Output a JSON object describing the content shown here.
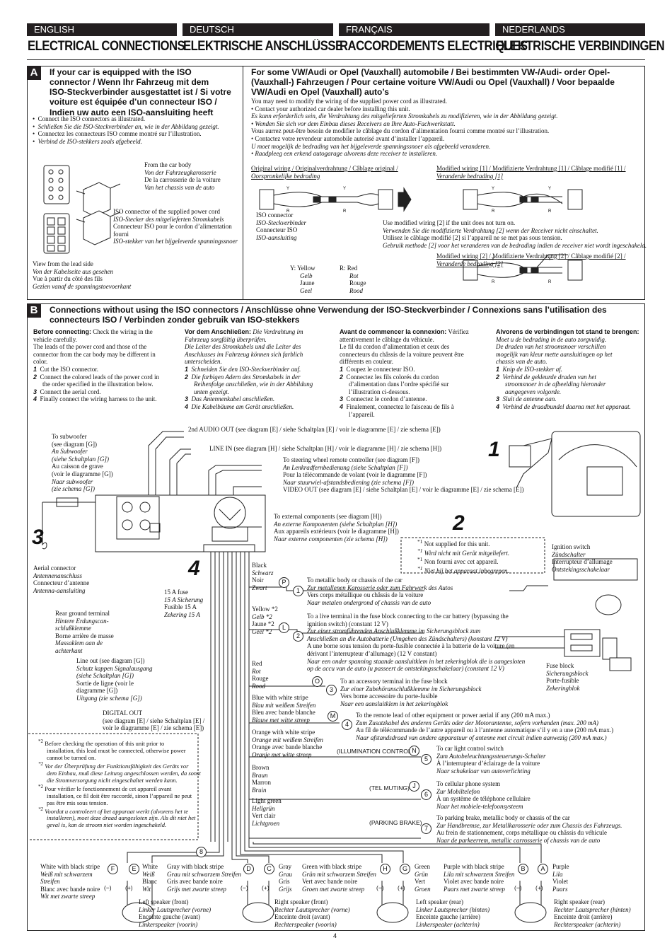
{
  "lang_tabs": [
    "ENGLISH",
    "DEUTSCH",
    "FRANÇAIS",
    "NEDERLANDS"
  ],
  "titles": [
    "ELECTRICAL CONNECTIONS",
    "ELEKTRISCHE ANSCHLÜSSE",
    "RACCORDEMENTS ELECTRIQUES",
    "ELEKTRISCHE VERBINDINGEN"
  ],
  "section_a": {
    "letter": "A",
    "heading": [
      "If your car is equipped with the ISO",
      "connector / Wenn Ihr Fahrzeug mit dem",
      "ISO-Steckverbinder ausgestattet ist / Si votre",
      "voiture est équipée d’un connecteur ISO /",
      "Indien uw auto een ISO-aansluiting heeft"
    ],
    "bullets": [
      "Connect the ISO connectors as illustrated.",
      "Schließen Sie die ISO-Steckverbinder an, wie in der Abbildung gezeigt.",
      "Connectez les connecteurs ISO comme montré sur l’illustration.",
      "Verbind de ISO-stekkers zoals afgebeeld."
    ],
    "car_body": [
      "From the car body",
      "Von der Fahrzeugkarosserie",
      "De la carrosserie de la voiture",
      "Van het chassis van de auto"
    ],
    "iso_supplied": [
      "ISO connector of the supplied power cord",
      "ISO-Stecker des mitgelieferten Stromkabels",
      "Connecteur ISO pour le cordon d’alimentation",
      "fourni",
      "ISO-stekker van het bijgeleverde spanningssnoer"
    ],
    "view_lead": [
      "View from the lead side",
      "Von der Kabelseite aus gesehen",
      "Vue à partir du côté des fils",
      "Gezien vanaf de spanningstoevoerkant"
    ],
    "right_heading": [
      "For some VW/Audi or Opel (Vauxhall) automobile / Bei bestimmten VW-/Audi- order Opel-",
      "(Vauxhall-) Fahrzeugen / Pour certaine voiture VW/Audi ou Opel (Vauxhall) / Voor bepaalde",
      "VW/Audi en Opel (Vauxhall) auto’s"
    ],
    "right_text": [
      "You may need to modify the wiring of the supplied power cord as illustrated.",
      "•  Contact your authorized car dealer before installing this unit.",
      "Es kann erforderlich sein, die Verdrahtung des mitgelieferten Stromkabels zu modifizieren, wie in der Abbildung gezeigt.",
      "•  Wenden Sie sich vor dem Einbau dieses Receivers an Ihre Auto-Fachwerkstatt.",
      "Vous aurrez peut-être besoin de modifier le câblage du cordon d’alimentation fourni comme montré sur l’illustration.",
      "•  Contactez votre revendeur automobile autorisé avant d’installer l’appareil.",
      "U moet mogelijk de bedrading van het bijgeleverde spanningssnoer als afgebeeld veranderen.",
      "•  Raadpleeg een erkend autogarage alvorens deze receiver te installeren."
    ],
    "original_wiring": [
      "Original wiring / Originalverdrahtung / Câblage original /",
      "Oorspronkelijke bedrading"
    ],
    "modified1": [
      "Modified wiring [1] / Modifizierte Verdrahtung [1] / Câblage modifié [1] /",
      "Veranderde bedrading [1]"
    ],
    "modified2": [
      "Modified wiring [2] / Modifizierte Verdrahtung [2] / Câblage modifié [2] /",
      "Veranderde bedrading [2]"
    ],
    "iso_connector": [
      "ISO connector",
      "ISO-Steckverbinder",
      "Connecteur ISO",
      "ISO-aansluiting"
    ],
    "use_modified": [
      "Use modified wiring [2] if the unit does not turn on.",
      "Verwenden Sie die modifizierte Verdrahtung [2] wenn der Receiver nicht einschaltet.",
      "Utilisez le câblage modifié [2] si l’appareil ne se met pas sous tension.",
      "Gebruik methode [2] voor het veranderen van de bedrading indien de receiver niet wordt ingeschakeld."
    ],
    "legend_y": [
      "Y: Yellow",
      "Gelb",
      "Jaune",
      "Geel"
    ],
    "legend_r": [
      "R: Red",
      "Rot",
      "Rouge",
      "Rood"
    ],
    "letter_y": "Y",
    "letter_r": "R"
  },
  "section_b": {
    "letter": "B",
    "heading": [
      "Connections without using the ISO connectors / Anschlüsse ohne Verwendung der ISO-Steckverbinder / Connexions sans l’utilisation des",
      "connecteurs ISO / Verbinden zonder gebruik van ISO-stekkers"
    ],
    "col_en": {
      "head": "Before connecting:",
      "lines": [
        "Check the wiring in the",
        "vehicle carefully.",
        "The leads of the power cord and those of the",
        "connector from the car body may be different in",
        "color."
      ],
      "steps": [
        "Cut the ISO connector.",
        "Connect the colored leads of the power cord in",
        "the order specified in the illustration below.",
        "Connect the aerial cord.",
        "Finally connect the wiring harness to the unit."
      ]
    },
    "col_de": {
      "head": "Vor dem Anschließen:",
      "lines": [
        "Die Verdrahtung im",
        "Fahrzeug sorgfältig überprüfen.",
        "Die Leiter des Stromkabels und die Leiter des",
        "Anschlusses im Fahrzeug können sich farblich",
        "unterscheiden."
      ],
      "steps": [
        "Schneiden Sie den ISO-Steckverbinder auf.",
        "Die farbigen Adern des Stromkabels in der",
        "Reihenfolge anschließen, wie in der Abbildung",
        "unten gezeigt.",
        "Das Antennenkabel anschließen.",
        "Die Kabelbäume am Gerät anschließen."
      ]
    },
    "col_fr": {
      "head": "Avant de commencer la connexion:",
      "lines": [
        "Vérifiez",
        "attentivement le câblage du véhicule.",
        "Le fil du cordon d’alimentation et ceux des",
        "connecteurs du châssis de la voiture peuvent être",
        "différents en couleur."
      ],
      "steps": [
        "Coupez le connecteur ISO.",
        "Connectez les fils colorés du cordon",
        "d’alimentation dans l’ordre spécifié sur",
        "l’illustration ci-dessous.",
        "Connectez le cordon d’antenne.",
        "Finalement, connectez le faisceau de fils à",
        "l’appareil."
      ]
    },
    "col_nl": {
      "head": "Alvorens de verbindingen tot stand te brengen:",
      "lines": [
        "Moet u de bedrading in de auto zorgvuldig.",
        "De draden van het stroomsnoer verschillen",
        "mogelijk van kleur mette aansluitingen op het",
        "chassis van de auto."
      ],
      "steps": [
        "Knip de ISO-stekker af.",
        "Verbind de gekleurde draden van het",
        "stroomsnoer in de afbeelding hieronder",
        "aangegeven volgorde.",
        "Sluit de antenne aan.",
        "Verbind de draadbundel daarna met het apparaat."
      ]
    },
    "step_nums": [
      "1",
      "2",
      "3",
      "4"
    ],
    "callouts": {
      "second_audio": "2nd AUDIO OUT (see diagram [E] / siehe Schaltplan [E] / voir le diagramme [E] / zie schema [E])",
      "line_in": "LINE IN (see diagram [H] / siehe Schaltplan [H] / voir le diagramme [H] / zie schema [H])",
      "steering": [
        "To steering wheel remote controller (see diagram [F])",
        "An Lenkradfernbedienung (siehe Schaltplan [F])",
        "Pour la télécommande de volant (voir le diagramme [F])",
        "Naar stuurwiel-afstandsbediening (zie schema [F])"
      ],
      "video_out": "VIDEO OUT (see diagram [E] / siehe Schaltplan [E] / voir le diagramme [E] / zie schema [E])",
      "external": [
        "To external components (see diagram [H])",
        "An externe Komponenten (siehe Schaltplan [H])",
        "Aux appareils extérieurs (voir le diagramme [H])",
        "Naar externe componenten (zie schema [H])"
      ],
      "subwoofer": [
        "To subwoofer",
        "(see diagram [G])",
        "An Subwoofer",
        "(siehe Schaltplan [G])",
        "Au caisson de grave",
        "(voir le diagramme [G])",
        "Naar subwoofer",
        "(zie schema [G])"
      ],
      "aerial": [
        "Aerial connector",
        "Antennenanschluss",
        "Connecteur d’antenne",
        "Antenna-aansluiting"
      ],
      "fuse": [
        "15 A fuse",
        "15 A Sicherung",
        "Fusible 15 A",
        "Zekering 15 A"
      ],
      "rear_ground": [
        "Rear ground terminal",
        "Hintere Erdungscan-",
        "schlußklemme",
        "Borne arrière de masse",
        "Massaklem aan de",
        "achterkant"
      ],
      "line_out": [
        "Line out (see diagram [G])",
        "Schutz kappen Signalausgang",
        "(siehe Schaltplan [G])",
        "Sortie de ligne (voir le",
        "diagramme [G])",
        "Uitgang (zie schema [G])"
      ],
      "digital_out": [
        "DIGITAL OUT",
        "(see diagram [E] / siehe Schaltplan [E] /",
        "voir le diagramme [E] / zie schema [E])"
      ],
      "not_supplied": [
        "Not supplied for this unit.",
        "Wird nicht mit Gerät mitgeliefert.",
        "Non fourni avec cet appareil.",
        "Niet bij het apparaat inbegrepen."
      ],
      "ignition": [
        "Ignition switch",
        "Zündschalter",
        "Interrupteur d’allumage",
        "Ontstekingsschakelaar"
      ],
      "fuse_block": [
        "Fuse block",
        "Sicherungsblock",
        "Porte-fusible",
        "Zekeringblok"
      ],
      "star1": "*1",
      "star2": "*2"
    },
    "wires": [
      {
        "color": [
          "Black",
          "Schwarz",
          "Noir",
          "Zwart"
        ],
        "letter": "P",
        "num": "1",
        "desc": [
          "To metallic body or chassis of the car",
          "Zur metallenen Karosserie oder zum Fahrwerk des Autos",
          "Vers corps métallique ou châssis de la voiture",
          "Naar metalen ondergrond of chassis van de auto"
        ]
      },
      {
        "color": [
          "Yellow *2",
          "Gelb *2",
          "Jaune *2",
          "Geel *2"
        ],
        "letter": "L",
        "num": "2",
        "desc": [
          "To a live terminal in the fuse block connecting to the car battery (bypassing the",
          "ignition switch) (constant 12 V)",
          "Zur einer stromführenden Anschlußklemme im Sicherungsblock zum",
          "Anschließen an die Autobatterie (Umgehen des Zündschalters) (konstant 12 V)",
          "A une borne sous tension du porte-fusible connectée à la batterie de la voiture (en",
          "dérivant l’interrupteur d’allumage) (12 V constant)",
          "Naar een onder spanning staande aansluitklem in het zekeringblok die is aangesloten",
          "op de accu van de auto (u passeert de ontstekingsschakelaar) (constant 12 V)"
        ]
      },
      {
        "color": [
          "Red",
          "Rot",
          "Rouge",
          "Rood"
        ],
        "letter": "O",
        "num": "3",
        "desc": [
          "To an accessory terminal in the fuse block",
          "Zur einer Zubehöranschlußklemme im Sicherungsblock",
          "Vers borne accessoire du porte-fusible",
          "Naar een aansluitklem in het zekeringblok"
        ]
      },
      {
        "color": [
          "Blue with white stripe",
          "Blau mit weißem Streifen",
          "Bleu avec bande blanche",
          "Blauw met witte streep"
        ],
        "letter": "M",
        "num": "4",
        "desc": [
          "To the remote lead of other equipment or power aerial if any (200 mA max.)",
          "Zum Zusatzkabel des anderen Geräts oder der Motorantenne, sofern vorhanden (max. 200 mA)",
          "Au fil de télécommande de l’autre appareil ou à l’antenne automatique s’il y en a une (200 mA max.)",
          "Naar afstandsdraad van andere apparatuur of antenne met circuit indien aanwezig (200 mA max.)"
        ]
      },
      {
        "color": [
          "Orange with white stripe",
          "Orange mit weißem Streifen",
          "Orange avec bande blanche",
          "Oranje met witte streep"
        ],
        "letter": "N",
        "num": "5",
        "tag": "(ILLUMINATION CONTROL)",
        "desc": [
          "To car light control switch",
          "Zum Autobeleuchtungssteuerungs-Schalter",
          "À l’interrupteur d’éclairage de la voiture",
          "Naar schakelaar van autoverlichting"
        ]
      },
      {
        "color": [
          "Brown",
          "Braun",
          "Marron",
          "Bruin"
        ],
        "letter": "J",
        "num": "6",
        "tag": "(TEL MUTING)",
        "desc": [
          "To cellular phone system",
          "Zur Mobiltelefon",
          "À un système de téléphone cellulaire",
          "Naar het mobiele-telefoonsysteem"
        ]
      },
      {
        "color": [
          "Light green",
          "Hellgrün",
          "Vert clair",
          "Lichtgroen"
        ],
        "letter": "",
        "num": "7",
        "tag": "(PARKING BRAKE)",
        "desc": [
          "To parking brake, metallic body or chassis of the car",
          "Zur Handbremse, zur Metallkarosserie oder zum Chassis des Fahrzeugs.",
          "Au frein de stationnement, corps métallique ou châssis du véhicule",
          "Naar de parkeerrem, metallic carrosserie of chassis van de auto"
        ]
      }
    ],
    "note2": [
      "Before checking the operation of this unit prior to",
      "installation, this lead must be connected, otherwise power",
      "cannot be turned on.",
      "Vor der Überprüfung der Funktionsfähigkeit des Geräts vor",
      "dem Einbau, muß diese Leitung angeschlossen werden, da sonst",
      "die Stromversorgung nicht eingeschaltet werden kann.",
      "Pour vérifier le fonctionnement de cet appareil avant",
      "installation, ce fil doit être raccordé, sinon l’appareil ne peut",
      "pas être mis sous tension.",
      "Voordat u controleert of het apparaat werkt (alvorens het te",
      "installeren), moet deze draad aangesloten zijn. Als dit niet het",
      "geval is, kan de stroom niet worden ingeschakeld."
    ],
    "speaker_wires": [
      {
        "color": [
          "White with black stripe",
          "Weiß mit schwarzem",
          "Streifen",
          "Blanc avec bande noire",
          "Wit met zwarte streep"
        ],
        "letter": "F"
      },
      {
        "color": [
          "White",
          "Weiß",
          "Blanc",
          "Wit"
        ],
        "letter": "E"
      },
      {
        "color": [
          "Gray with black stripe",
          "Grau mit schwarzem Streifen",
          "Gris avec bande noire",
          "Grijs met zwarte streep"
        ],
        "letter": "D"
      },
      {
        "color": [
          "Gray",
          "Grau",
          "Gris",
          "Grijs"
        ],
        "letter": "C"
      },
      {
        "color": [
          "Green with black stripe",
          "Grün mit schwarzem Streifen",
          "Vert avec bande noire",
          "Groen met zwarte streep"
        ],
        "letter": "H"
      },
      {
        "color": [
          "Green",
          "Grün",
          "Vert",
          "Groen"
        ],
        "letter": "G"
      },
      {
        "color": [
          "Purple with black stripe",
          "Lila mit schwarzem Streifen",
          "Violet avec bande noire",
          "Paars met zwarte streep"
        ],
        "letter": "B"
      },
      {
        "color": [
          "Purple",
          "Lila",
          "Violet",
          "Paars"
        ],
        "letter": "A"
      }
    ],
    "speakers": [
      [
        "Left speaker (front)",
        "Linker Lautsprecher (vorne)",
        "Enceinte gauche (avant)",
        "Linkerspeaker (voorin)"
      ],
      [
        "Right speaker (front)",
        "Rechter Lautsprecher (vorne)",
        "Enceinte droit (avant)",
        "Rechterspeaker (voorin)"
      ],
      [
        "Left speaker (rear)",
        "Linker Lautsprecher (hinten)",
        "Enceinte gauche (arrière)",
        "Linkerspeaker (achterin)"
      ],
      [
        "Right speaker (rear)",
        "Rechter Lautsprecher (hinten)",
        "Enceinte droit (arrière)",
        "Rechterspeaker (achterin)"
      ]
    ],
    "circle8": "8",
    "minus": "(−)",
    "plus": "(+)",
    "big_nums": [
      "1",
      "2",
      "3",
      "4"
    ]
  },
  "page_number": "4"
}
